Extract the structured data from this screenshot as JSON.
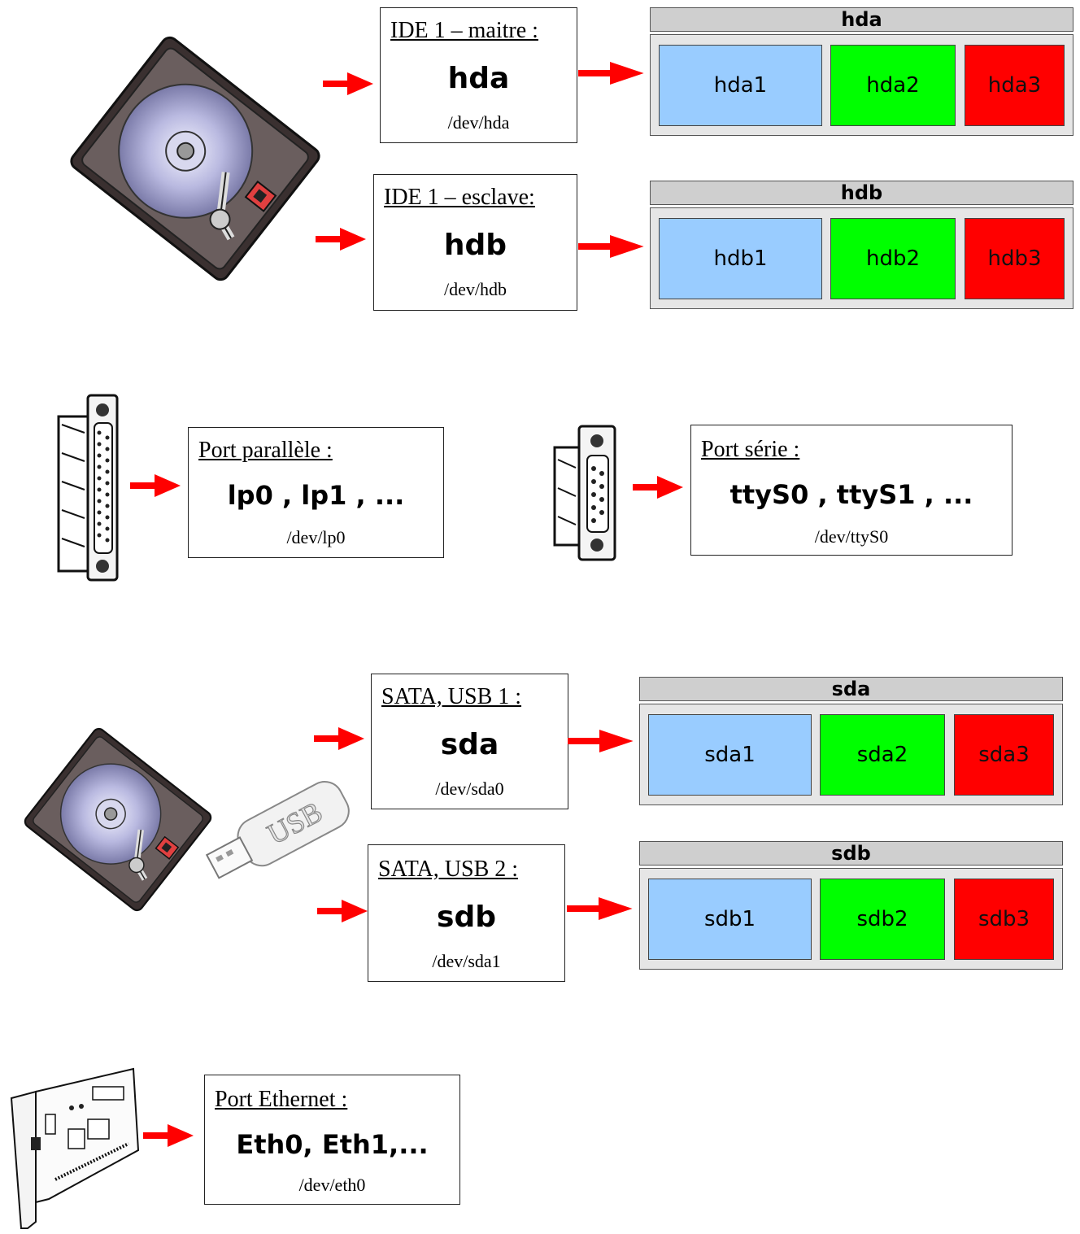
{
  "ide_master": {
    "label": "IDE 1 – maitre :",
    "name": "hda",
    "path": "/dev/hda"
  },
  "ide_slave": {
    "label": "IDE 1 – esclave:",
    "name": "hdb",
    "path": "/dev/hdb"
  },
  "disk_hda": {
    "title": "hda",
    "partitions": [
      "hda1",
      "hda2",
      "hda3"
    ]
  },
  "disk_hdb": {
    "title": "hdb",
    "partitions": [
      "hdb1",
      "hdb2",
      "hdb3"
    ]
  },
  "parallel": {
    "label": "Port parallèle :",
    "name": "lp0 , lp1 , ...",
    "path": "/dev/lp0"
  },
  "serial": {
    "label": "Port série :",
    "name": "ttyS0 , ttyS1 , ...",
    "path": "/dev/ttyS0"
  },
  "sata1": {
    "label": "SATA, USB 1 :",
    "name": "sda",
    "path": "/dev/sda0"
  },
  "sata2": {
    "label": "SATA, USB 2 :",
    "name": "sdb",
    "path": "/dev/sda1"
  },
  "disk_sda": {
    "title": "sda",
    "partitions": [
      "sda1",
      "sda2",
      "sda3"
    ]
  },
  "disk_sdb": {
    "title": "sdb",
    "partitions": [
      "sdb1",
      "sdb2",
      "sdb3"
    ]
  },
  "ethernet": {
    "label": "Port Ethernet :",
    "name": "Eth0, Eth1,...",
    "path": "/dev/eth0"
  },
  "usb_stick_text": "USB",
  "colors": {
    "arrow": "#ff0000",
    "part1": "#99ccff",
    "part2": "#00ff00",
    "part3": "#ff0000",
    "header": "#cfcfcf",
    "disk_body": "#e6e6e6"
  },
  "icons": [
    "hard-disk-icon",
    "parallel-connector-icon",
    "serial-connector-icon",
    "usb-stick-icon",
    "network-card-icon"
  ]
}
